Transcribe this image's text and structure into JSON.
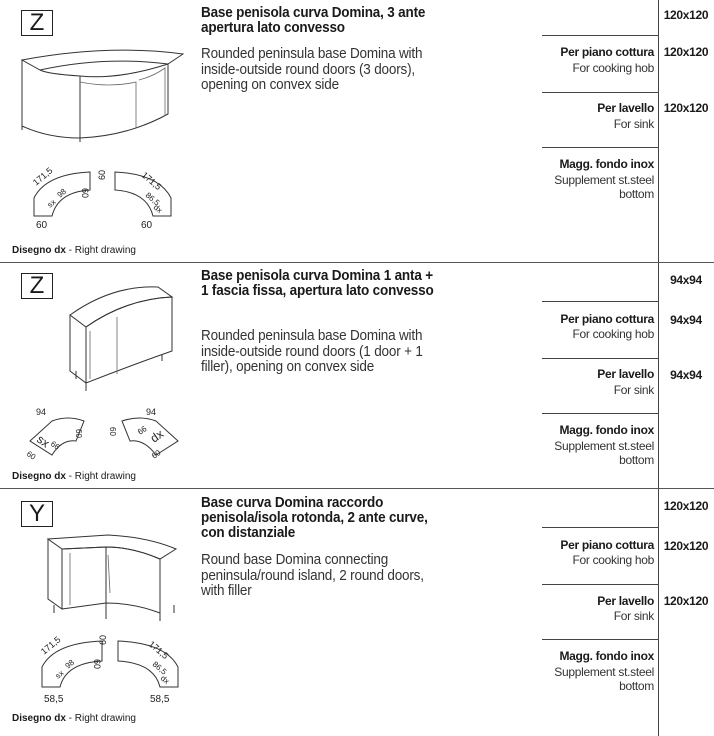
{
  "products": [
    {
      "code": "Z",
      "title_it": "Base penisola curva Domina, 3 ante apertura lato convesso",
      "title_en": "Rounded peninsula base Domina with inside-outside round doors (3 doors), opening on convex side",
      "drawing_label_it": "Disegno dx",
      "drawing_label_sep": " - ",
      "drawing_label_en": "Right drawing",
      "plan_sx": {
        "dim1": "171,5",
        "dim2": "sx",
        "dim3": "98",
        "side": "60",
        "bottom": "60"
      },
      "plan_dx": {
        "dim1": "171,5",
        "dim2": "dx",
        "dim3": "86,5",
        "side": "60",
        "bottom": "60"
      },
      "sizes": [
        "120x120",
        "120x120",
        "120x120",
        ""
      ],
      "options": [
        {
          "it": "",
          "en": ""
        },
        {
          "it": "Per piano cottura",
          "en": "For cooking hob"
        },
        {
          "it": "Per lavello",
          "en": "For sink"
        },
        {
          "it": "Magg. fondo inox",
          "en": "Supplement st.steel bottom"
        }
      ]
    },
    {
      "code": "Z",
      "title_it": "Base penisola curva Domina 1 anta + 1 fascia fissa, apertura lato convesso",
      "title_en": "Rounded peninsula base Domina with inside-outside round doors (1 door + 1 filler), opening on convex side",
      "drawing_label_it": "Disegno dx",
      "drawing_label_sep": " - ",
      "drawing_label_en": "Right drawing",
      "plan_sx": {
        "dim1": "94",
        "dim2": "sx",
        "dim3": "66",
        "side": "60",
        "bottom": "60"
      },
      "plan_dx": {
        "dim1": "94",
        "dim2": "dx",
        "dim3": "66",
        "side": "60",
        "bottom": "60"
      },
      "sizes": [
        "94x94",
        "94x94",
        "94x94",
        ""
      ],
      "options": [
        {
          "it": "",
          "en": ""
        },
        {
          "it": "Per piano cottura",
          "en": "For cooking hob"
        },
        {
          "it": "Per lavello",
          "en": "For sink"
        },
        {
          "it": "Magg. fondo inox",
          "en": "Supplement st.steel bottom"
        }
      ]
    },
    {
      "code": "Y",
      "title_it": "Base curva Domina raccordo penisola/isola rotonda, 2 ante curve, con distanziale",
      "title_en": "Round base Domina connecting peninsula/round island, 2 round doors, with filler",
      "drawing_label_it": "Disegno dx",
      "drawing_label_sep": " - ",
      "drawing_label_en": "Right drawing",
      "plan_sx": {
        "dim1": "171,5",
        "dim2": "sx",
        "dim3": "98",
        "side": "60",
        "bottom": "58,5"
      },
      "plan_dx": {
        "dim1": "171,5",
        "dim2": "dx",
        "dim3": "86,5",
        "side": "60",
        "bottom": "58,5"
      },
      "sizes": [
        "120x120",
        "120x120",
        "120x120",
        ""
      ],
      "options": [
        {
          "it": "",
          "en": ""
        },
        {
          "it": "Per piano cottura",
          "en": "For cooking hob"
        },
        {
          "it": "Per lavello",
          "en": "For sink"
        },
        {
          "it": "Magg. fondo inox",
          "en": "Supplement st.steel bottom"
        }
      ]
    }
  ]
}
